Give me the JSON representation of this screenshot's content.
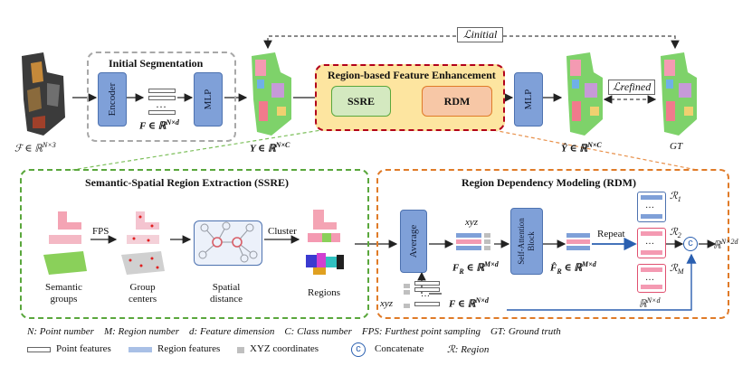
{
  "loss_initial": "ℒinitial",
  "loss_refined": "ℒrefined",
  "initial_segmentation": {
    "title": "Initial Segmentation",
    "encoder": "Encoder",
    "mlp": "MLP",
    "feature_dots": "…",
    "feature_label": "F ∈ ℝ",
    "feature_sup": "N×d"
  },
  "input_label": "ℱ ∈ ℝ",
  "input_sup": "N×3",
  "y_label": "Y ∈ ℝ",
  "y_sup": "N×C",
  "rfe": {
    "title": "Region-based Feature Enhancement",
    "ssre": "SSRE",
    "rdm": "RDM"
  },
  "mlp2": "MLP",
  "yhat_label": "Ŷ ∈ ℝ",
  "yhat_sup": "N×C",
  "gt_label": "GT",
  "ssre_panel": {
    "title": "Semantic-Spatial Region Extraction (SSRE)",
    "fps": "FPS",
    "cluster": "Cluster",
    "semantic_groups_1": "Semantic",
    "semantic_groups_2": "groups",
    "group_centers_1": "Group",
    "group_centers_2": "centers",
    "spatial_1": "Spatial",
    "spatial_2": "distance",
    "regions": "Regions"
  },
  "rdm_panel": {
    "title": "Region Dependency Modeling (RDM)",
    "average": "Average",
    "xyz_top": "xyz",
    "xyz_bottom": "xyz",
    "fr_label": "F",
    "fr_sub": "R",
    "fr_rest": " ∈ ℝ",
    "fr_sup": "M×d",
    "attention_1": "Self-Attention",
    "attention_2": "Block",
    "frhat_label": "F̂",
    "frhat_sub": "R",
    "frhat_rest": " ∈ ℝ",
    "frhat_sup": "M×d",
    "repeat": "Repeat",
    "r1": "ℛ",
    "r1_sub": "1",
    "r2": "ℛ",
    "r2_sub": "2",
    "rm": "ℛ",
    "rm_sub": "M",
    "stack_dots": "…",
    "stack_sup": "N×d",
    "concat_symbol": "c",
    "out_sup": "N×2d",
    "f_bottom": "F ∈ ℝ",
    "f_bottom_sup": "N×d",
    "bottom_dots": "…"
  },
  "notation_line": "N: Point number    M: Region number    d: Feature dimension    C: Class number    FPS: Furthest point sampling    GT: Ground truth",
  "legend": {
    "point_features": "Point features",
    "region_features": "Region features",
    "xyz_coordinates": "XYZ coordinates",
    "concatenate": "Concatenate",
    "region_symbol": "c",
    "region": "ℛ: Region"
  },
  "colors": {
    "blue_block": "#7fa0d8",
    "ssre_green": "#d4e9c0",
    "rdm_orange": "#f7c7a6",
    "rfe_yellow": "#fde5a0",
    "rfe_border": "#b2001a",
    "ssre_border": "#5aa73c",
    "rdm_border": "#e07b28"
  }
}
